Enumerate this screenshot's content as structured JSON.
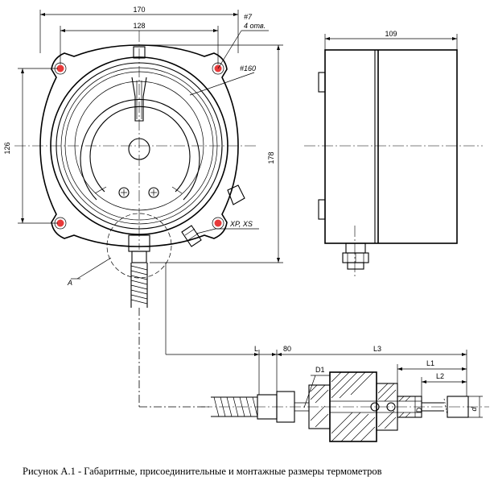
{
  "dimensions": {
    "width_170": "170",
    "width_128": "128",
    "hole_dia": "#7",
    "hole_count": "4 отв.",
    "dia_160": "#160",
    "height_126": "126",
    "height_178": "178",
    "depth_109": "109",
    "connector": "XP, XS",
    "view_a": "A",
    "len_L": "L",
    "len_80": "80",
    "len_L3": "L3",
    "len_L1": "L1",
    "len_L2": "L2",
    "dia_D1": "D1",
    "dia_D": "D",
    "dia_d": "d"
  },
  "caption": "Рисунок А.1 - Габаритные, присоединительные и монтажные размеры термометров"
}
